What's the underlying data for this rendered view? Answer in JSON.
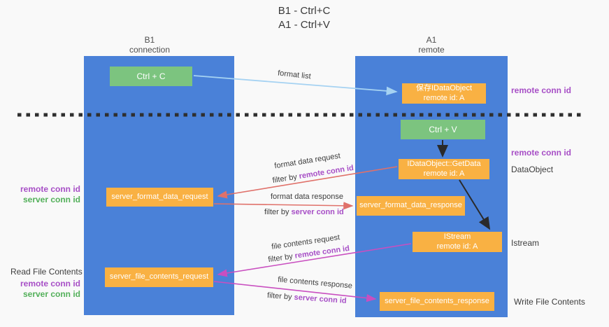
{
  "title": {
    "line1": "B1 - Ctrl+C",
    "line2": "A1 - Ctrl+V"
  },
  "colors": {
    "lifeline_blue": "#4a81d8",
    "box_orange": "#f9b143",
    "box_green": "#7cc47f",
    "arrow_light_blue": "#a5d2f2",
    "arrow_red": "#e0716a",
    "arrow_magenta": "#c94fc0",
    "arrow_black": "#2a2a2a",
    "text_purple": "#a74fc6",
    "text_green": "#53b05a",
    "text_dark": "#3d3d3d"
  },
  "lifelines": {
    "left": {
      "title": "B1",
      "subtitle": "connection"
    },
    "right": {
      "title": "A1",
      "subtitle": "remote"
    }
  },
  "boxes": {
    "ctrl_c": "Ctrl + C",
    "ctrl_v": "Ctrl + V",
    "stored_dataobject": {
      "line1": "保存IDataObject",
      "line2": "remote id: A"
    },
    "getdata": {
      "line1": "IDataObject::GetData",
      "line2": "remote id: A"
    },
    "istream": {
      "line1": "IStream",
      "line2": "remote id: A"
    },
    "server_format_data_request": "server_format_data_request",
    "server_format_data_response": "server_format_data_response",
    "server_file_contents_request": "server_file_contents_request",
    "server_file_contents_response": "server_file_contents_response"
  },
  "arrow_labels": {
    "format_list": "format list",
    "format_data_request": "format data request",
    "format_data_response": "format data response",
    "file_contents_request": "file contents request",
    "file_contents_response": "file contents response",
    "filter_by": "filter by",
    "remote_conn_id": "remote conn id",
    "server_conn_id": "server conn id"
  },
  "side_labels": {
    "remote_conn_id": "remote conn id",
    "server_conn_id": "server conn id",
    "dataobject": "DataObject",
    "istream": "Istream",
    "read_file_contents": "Read File Contents",
    "write_file_contents": "Write File Contents"
  }
}
